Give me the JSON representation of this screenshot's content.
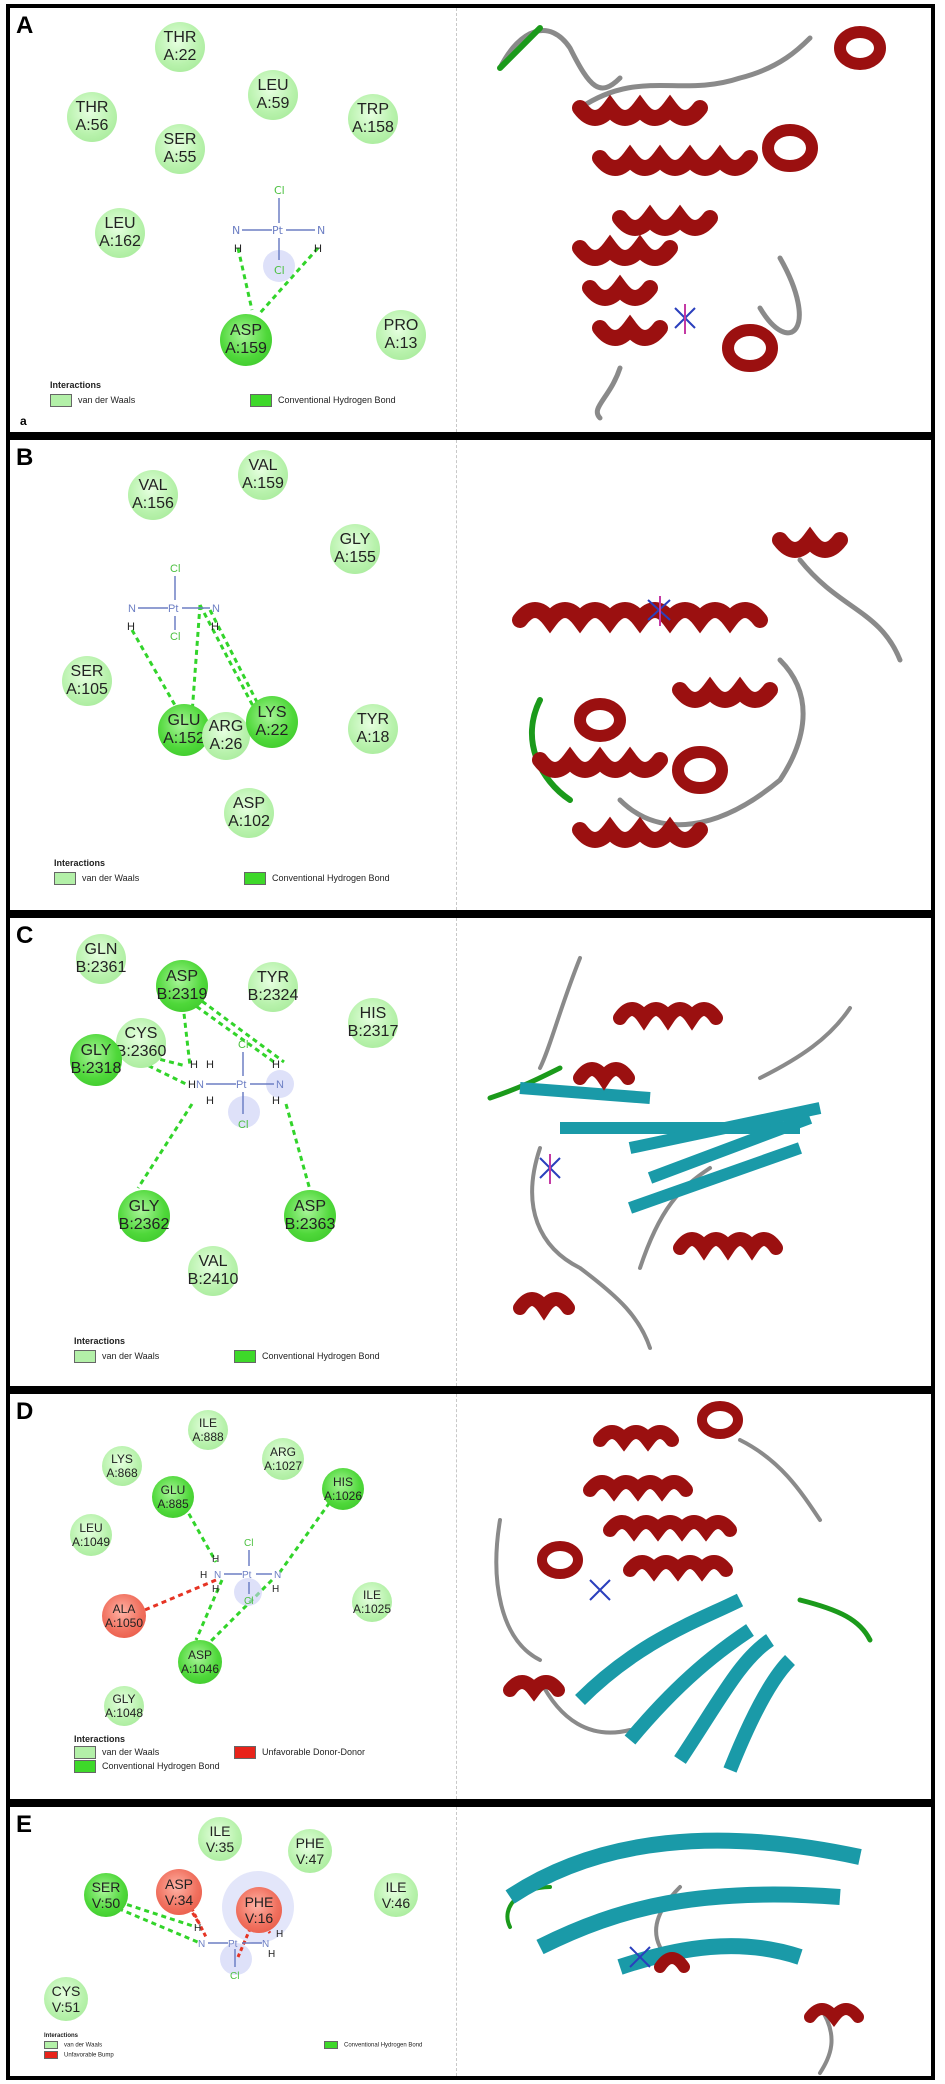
{
  "legend_title": "Interactions",
  "legend": {
    "vdw": "van der Waals",
    "hbond": "Conventional Hydrogen Bond",
    "donor_donor": "Unfavorable Donor-Donor",
    "bump": "Unfavorable Bump"
  },
  "colors": {
    "vdw": "#b3f0a8",
    "hbond": "#3ed82a",
    "unfavorable": "#e8523f",
    "helix": "#9b1010",
    "strand": "#1a9aa8",
    "coil": "#8a8a8a",
    "turn": "#1b9a1b"
  },
  "panels": [
    {
      "label": "A",
      "sublabel": "a",
      "residues": [
        {
          "name": "THR",
          "id": "A:22",
          "type": "vdw"
        },
        {
          "name": "THR",
          "id": "A:56",
          "type": "vdw"
        },
        {
          "name": "LEU",
          "id": "A:59",
          "type": "vdw"
        },
        {
          "name": "TRP",
          "id": "A:158",
          "type": "vdw"
        },
        {
          "name": "SER",
          "id": "A:55",
          "type": "vdw"
        },
        {
          "name": "LEU",
          "id": "A:162",
          "type": "vdw"
        },
        {
          "name": "ASP",
          "id": "A:159",
          "type": "hbond"
        },
        {
          "name": "PRO",
          "id": "A:13",
          "type": "vdw"
        }
      ]
    },
    {
      "label": "B",
      "residues": [
        {
          "name": "VAL",
          "id": "A:159",
          "type": "vdw"
        },
        {
          "name": "VAL",
          "id": "A:156",
          "type": "vdw"
        },
        {
          "name": "GLY",
          "id": "A:155",
          "type": "vdw"
        },
        {
          "name": "SER",
          "id": "A:105",
          "type": "vdw"
        },
        {
          "name": "GLU",
          "id": "A:152",
          "type": "hbond"
        },
        {
          "name": "ARG",
          "id": "A:26",
          "type": "vdw"
        },
        {
          "name": "LYS",
          "id": "A:22",
          "type": "hbond"
        },
        {
          "name": "TYR",
          "id": "A:18",
          "type": "vdw"
        },
        {
          "name": "ASP",
          "id": "A:102",
          "type": "vdw"
        }
      ]
    },
    {
      "label": "C",
      "residues": [
        {
          "name": "GLN",
          "id": "B:2361",
          "type": "vdw"
        },
        {
          "name": "ASP",
          "id": "B:2319",
          "type": "hbond"
        },
        {
          "name": "TYR",
          "id": "B:2324",
          "type": "vdw"
        },
        {
          "name": "HIS",
          "id": "B:2317",
          "type": "vdw"
        },
        {
          "name": "CYS",
          "id": "B:2360",
          "type": "vdw"
        },
        {
          "name": "GLY",
          "id": "B:2318",
          "type": "hbond"
        },
        {
          "name": "GLY",
          "id": "B:2362",
          "type": "hbond"
        },
        {
          "name": "ASP",
          "id": "B:2363",
          "type": "hbond"
        },
        {
          "name": "VAL",
          "id": "B:2410",
          "type": "vdw"
        }
      ]
    },
    {
      "label": "D",
      "residues": [
        {
          "name": "ILE",
          "id": "A:888",
          "type": "vdw"
        },
        {
          "name": "LYS",
          "id": "A:868",
          "type": "vdw"
        },
        {
          "name": "ARG",
          "id": "A:1027",
          "type": "vdw"
        },
        {
          "name": "GLU",
          "id": "A:885",
          "type": "hbond"
        },
        {
          "name": "HIS",
          "id": "A:1026",
          "type": "hbond"
        },
        {
          "name": "LEU",
          "id": "A:1049",
          "type": "vdw"
        },
        {
          "name": "ALA",
          "id": "A:1050",
          "type": "unf"
        },
        {
          "name": "ILE",
          "id": "A:1025",
          "type": "vdw"
        },
        {
          "name": "ASP",
          "id": "A:1046",
          "type": "hbond"
        },
        {
          "name": "GLY",
          "id": "A:1048",
          "type": "vdw"
        }
      ]
    },
    {
      "label": "E",
      "residues": [
        {
          "name": "ILE",
          "id": "V:35",
          "type": "vdw"
        },
        {
          "name": "PHE",
          "id": "V:47",
          "type": "vdw"
        },
        {
          "name": "SER",
          "id": "V:50",
          "type": "hbond"
        },
        {
          "name": "ASP",
          "id": "V:34",
          "type": "unf"
        },
        {
          "name": "ILE",
          "id": "V:46",
          "type": "vdw"
        },
        {
          "name": "PHE",
          "id": "V:16",
          "type": "unf"
        },
        {
          "name": "CYS",
          "id": "V:51",
          "type": "vdw"
        }
      ]
    }
  ],
  "ligand": {
    "metal": "Pt",
    "halogen": "Cl",
    "nitrogen": "N",
    "hydrogen": "H"
  }
}
